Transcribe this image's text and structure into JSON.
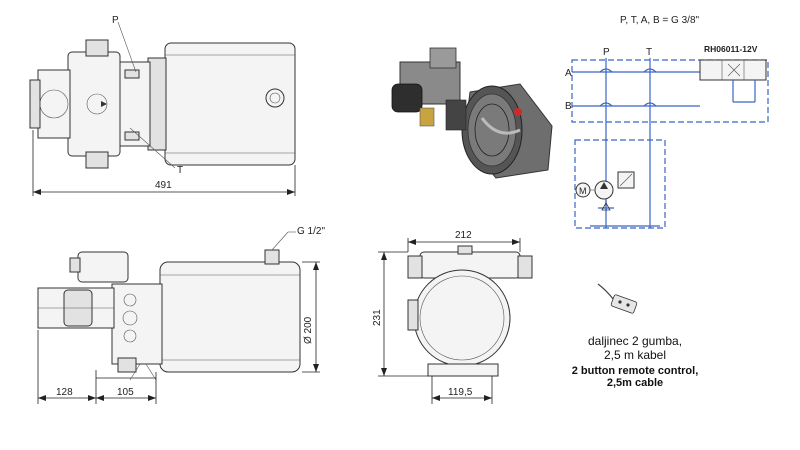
{
  "labels": {
    "port_p": "P",
    "port_t": "T",
    "len_total": "491",
    "thread_top": "G 1/2\"",
    "width_212": "212",
    "height_231": "231",
    "dia_200": "Ø 200",
    "dim_128": "128",
    "dim_105": "105",
    "dim_119_5": "119,5"
  },
  "schematic": {
    "header": "P, T, A, B = G 3/8\"",
    "col_p": "P",
    "col_t": "T",
    "row_a": "A",
    "row_b": "B",
    "valve_code": "RH06011-12V",
    "motor_symbol": "M",
    "accent_color": "#3a64c8"
  },
  "remote": {
    "line1_hr": "daljinec 2 gumba,",
    "line2_hr": "2,5 m kabel",
    "line1_en": "2 button remote control,",
    "line2_en": "2,5m cable"
  }
}
